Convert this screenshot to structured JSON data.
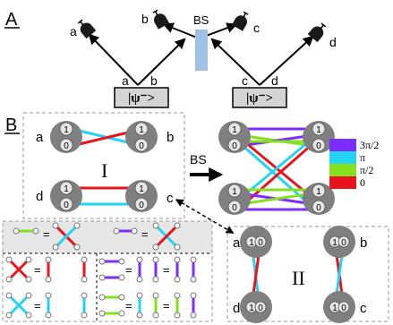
{
  "panel_a": {
    "label": "A",
    "bs_label": "BS",
    "detectors": [
      "a",
      "b",
      "c",
      "d"
    ],
    "sources": [
      {
        "text": "|ψ⁻>",
        "left_port": "a",
        "right_port": "b"
      },
      {
        "text": "|ψ⁻>",
        "left_port": "c",
        "right_port": "d"
      }
    ]
  },
  "panel_b": {
    "label": "B",
    "box1_label": "I",
    "box2_label": "II",
    "arrow_label": "BS",
    "node_labels": {
      "a": "a",
      "b": "b",
      "c": "c",
      "d": "d"
    },
    "node_levels": {
      "top": "1",
      "bottom": "0"
    }
  },
  "legend": {
    "entries": [
      {
        "label": "3π/2",
        "color": "#7b2cff"
      },
      {
        "label": "π",
        "color": "#22d3f2"
      },
      {
        "label": "π/2",
        "color": "#86e020"
      },
      {
        "label": "0",
        "color": "#e8141c"
      }
    ]
  },
  "equation_symbol": "=",
  "colors": {
    "red": "#e8141c",
    "cyan": "#22d3f2",
    "green": "#86e020",
    "purple": "#7b2cff",
    "beamsplitter": "#9fc2e4",
    "node": "#7f7f7f",
    "source_fill": "#d4d4d4",
    "highlight": "#e6e6e6"
  }
}
